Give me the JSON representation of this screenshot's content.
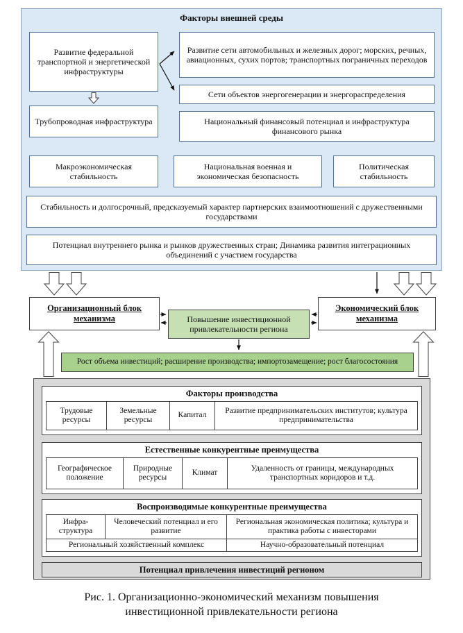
{
  "colors": {
    "panel_blue": "#dbe8f5",
    "goal_green": "#c6e0b4",
    "result_green": "#a9d18e",
    "panel_gray": "#d9d9d9"
  },
  "external": {
    "title": "Факторы внешней среды",
    "fed_infra": "Развитие федеральной транспортной и энергетической инфраструктуры",
    "pipeline": "Трубопроводная инфраструктура",
    "roads": "Развитие сети автомобильных и железных дорог; морских, речных, авиационных, сухих портов; транспортных пограничных переходов",
    "energy": "Сети объектов энергогенерации и энергораспределения",
    "finance": "Национальный финансовый потенциал и инфраструктура финансового рынка",
    "macro": "Макроэкономическая стабильность",
    "security": "Национальная военная и экономическая безопасность",
    "political": "Политическая стабильность",
    "partners": "Стабильность и долгосрочный, предсказуемый характер партнерских взаимоотношений с дружественными государствами",
    "markets": "Потенциал внутреннего рынка и рынков дружественных стран; Динамика развития интеграционных объединений с участием государства"
  },
  "mechanism": {
    "org_block": "Организационный блок механизма",
    "econ_block": "Экономический блок механизма",
    "goal": "Повышение инвестиционной привлекательности региона",
    "result": "Рост объема инвестиций; расширение производства; импортозамещение; рост благосостояния"
  },
  "potential": {
    "production": {
      "title": "Факторы производства",
      "cells": [
        "Трудовые ресурсы",
        "Земельные ресурсы",
        "Капитал",
        "Развитие предпринимательских институтов; культура предпринимательства"
      ]
    },
    "natural": {
      "title": "Естественные конкурентные преимущества",
      "cells": [
        "Географическое положение",
        "Природные ресурсы",
        "Климат",
        "Удаленность от границы, международных транспортных коридоров и т.д."
      ]
    },
    "reproducible": {
      "title": "Воспроизводимые конкурентные преимущества",
      "row1": [
        "Инфра- структура",
        "Человеческий потенциал и его развитие",
        "Региональная экономическая политика; культура и практика работы с инвесторами"
      ],
      "row2": [
        "Региональный хозяйственный комплекс",
        "Научно-образовательный потенциал"
      ]
    },
    "footer": "Потенциал привлечения инвестиций регионом"
  },
  "caption": "Рис. 1. Организационно-экономический механизм повышения инвестиционной привлекательности региона"
}
